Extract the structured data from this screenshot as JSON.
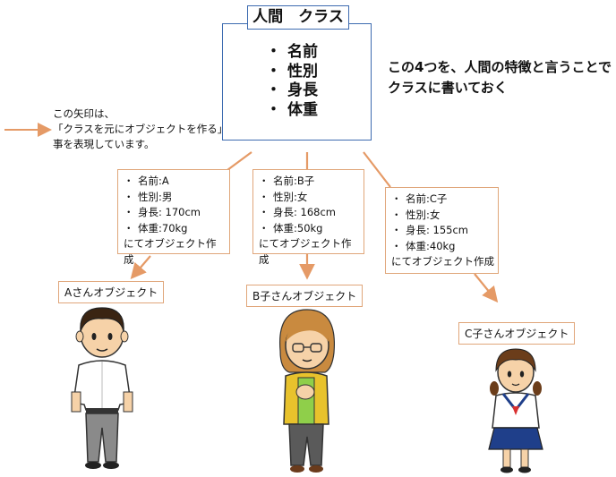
{
  "class_box": {
    "title": "人間　クラス",
    "bullet": "・",
    "attributes": [
      "名前",
      "性別",
      "身長",
      "体重"
    ]
  },
  "note": {
    "line1": "この4つを、人間の特徴と言うことで",
    "line2": "クラスに書いておく"
  },
  "legend": {
    "line1": "この矢印は、",
    "line2": "「クラスを元にオブジェクトを作る」",
    "line3": "事を表現しています。"
  },
  "objects": [
    {
      "lines": [
        "名前:A",
        "性別:男",
        "身長: 170cm",
        "体重:70kg"
      ],
      "footer": "にてオブジェクト作成",
      "label": "Aさんオブジェクト"
    },
    {
      "lines": [
        "名前:B子",
        "性別:女",
        "身長: 168cm",
        "体重:50kg"
      ],
      "footer": "にてオブジェクト作成",
      "label": "B子さんオブジェクト"
    },
    {
      "lines": [
        "名前:C子",
        "性別:女",
        "身長: 155cm",
        "体重:40kg"
      ],
      "footer": "にてオブジェクト作成",
      "label": "C子さんオブジェクト"
    }
  ],
  "colors": {
    "class_border": "#3d6bb0",
    "arrow": "#e59a66",
    "object_border": "#e0a67a",
    "brace": "#2a3e7a"
  }
}
